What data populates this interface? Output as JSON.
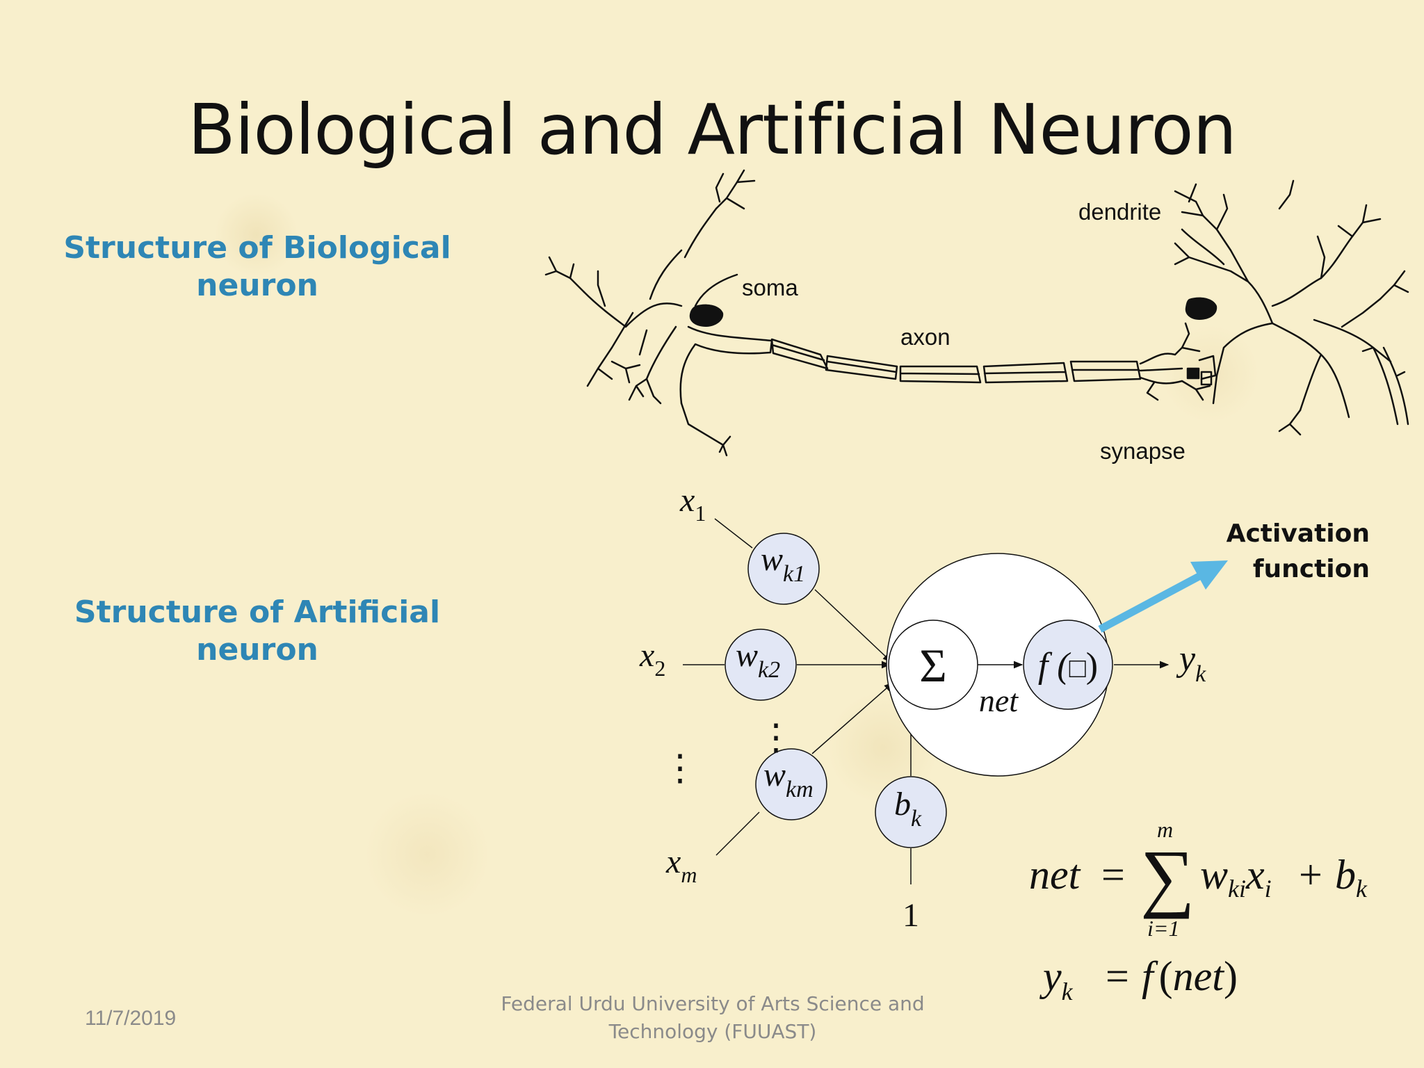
{
  "slide": {
    "title": "Biological and Artificial Neuron",
    "bio_label_line1": "Structure of Biological",
    "bio_label_line2": "neuron",
    "art_label_line1": "Structure of Artificial",
    "art_label_line2": "neuron",
    "date": "11/7/2019",
    "institution_line1": "Federal Urdu University of Arts Science and",
    "institution_line2": "Technology (FUUAST)"
  },
  "biological": {
    "soma": "soma",
    "axon": "axon",
    "dendrite": "dendrite",
    "synapse": "synapse"
  },
  "artificial": {
    "inputs": {
      "x1": "x",
      "x1_sub": "1",
      "x2": "x",
      "x2_sub": "2",
      "xm": "x",
      "xm_sub": "m"
    },
    "weights": {
      "wk1": "w",
      "wk1_sub": "k1",
      "wk2": "w",
      "wk2_sub": "k2",
      "wkm": "w",
      "wkm_sub": "km"
    },
    "bias": "b",
    "bias_sub": "k",
    "bias_input": "1",
    "sum_symbol": "Σ",
    "net": "net",
    "func": "f (",
    "func_box": "□",
    "func_close": ")",
    "output": "y",
    "output_sub": "k",
    "dots": "⋮",
    "activation_line1": "Activation",
    "activation_line2": "function",
    "accent": "#5ab7e3",
    "node_fill": "#e2e7f5"
  },
  "equations": {
    "net_lhs": "net",
    "eq": "=",
    "sigma": "∑",
    "upper": "m",
    "lower": "i=1",
    "w": "w",
    "w_sub": "ki",
    "x": "x",
    "x_sub": "i",
    "plus": "+",
    "b": "b",
    "b_sub": "k",
    "y": "y",
    "y_sub": "k",
    "f": "f",
    "paren_open": "(",
    "net_arg": "net",
    "paren_close": ")"
  }
}
